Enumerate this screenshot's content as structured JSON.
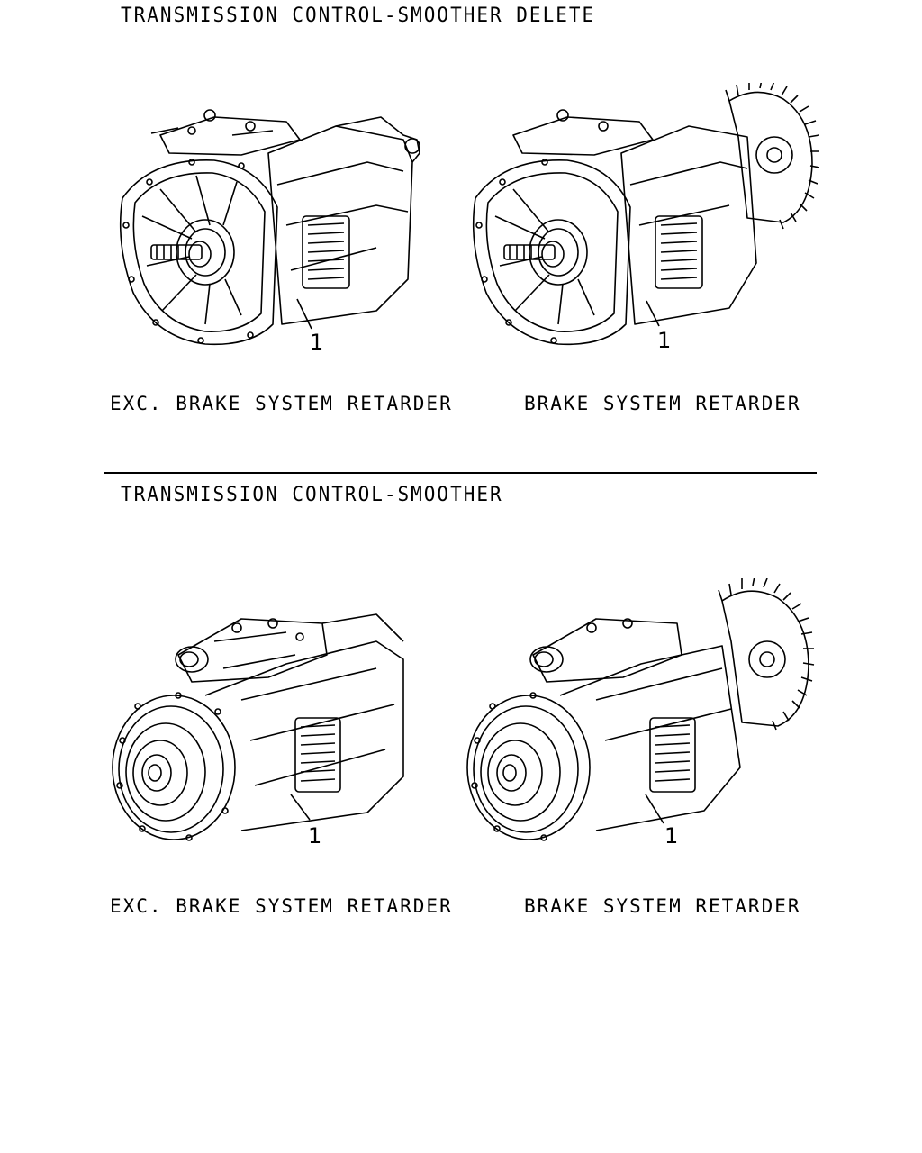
{
  "sections": [
    {
      "heading": "TRANSMISSION CONTROL-SMOOTHER DELETE",
      "figures": [
        {
          "caption": "EXC. BRAKE SYSTEM RETARDER",
          "callout": "1",
          "variant": "input-shaft"
        },
        {
          "caption": "BRAKE SYSTEM RETARDER",
          "callout": "1",
          "variant": "input-shaft-retarder"
        }
      ]
    },
    {
      "heading": "TRANSMISSION CONTROL-SMOOTHER",
      "figures": [
        {
          "caption": "EXC. BRAKE SYSTEM RETARDER",
          "callout": "1",
          "variant": "smoother"
        },
        {
          "caption": "BRAKE SYSTEM RETARDER",
          "callout": "1",
          "variant": "smoother-retarder"
        }
      ]
    }
  ]
}
